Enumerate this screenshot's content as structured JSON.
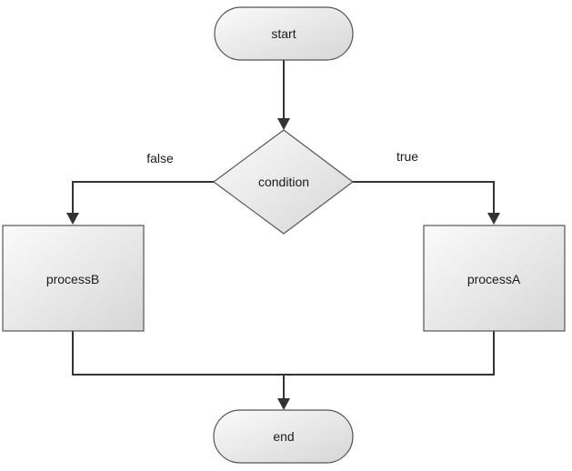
{
  "diagram": {
    "type": "flowchart",
    "nodes": {
      "start": {
        "label": "start",
        "shape": "terminator"
      },
      "condition": {
        "label": "condition",
        "shape": "decision"
      },
      "processA": {
        "label": "processA",
        "shape": "process"
      },
      "processB": {
        "label": "processB",
        "shape": "process"
      },
      "end": {
        "label": "end",
        "shape": "terminator"
      }
    },
    "edges": {
      "start_to_condition": {
        "from": "start",
        "to": "condition",
        "label": ""
      },
      "condition_true": {
        "from": "condition",
        "to": "processA",
        "label": "true"
      },
      "condition_false": {
        "from": "condition",
        "to": "processB",
        "label": "false"
      },
      "processA_to_end": {
        "from": "processA",
        "to": "end",
        "label": ""
      },
      "processB_to_end": {
        "from": "processB",
        "to": "end",
        "label": ""
      }
    },
    "colors": {
      "shape_fill_light": "#f8f8f8",
      "shape_fill_dark": "#d9d9d9",
      "stroke": "#555555",
      "connector": "#333333"
    }
  }
}
